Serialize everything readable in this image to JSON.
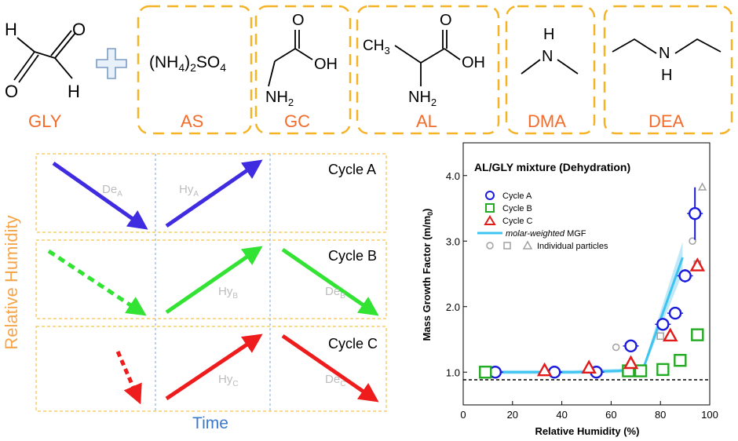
{
  "reactants": {
    "gly": {
      "label": "GLY",
      "atoms": [
        "H",
        "O",
        "O",
        "H"
      ]
    },
    "plus_icon": "plus-icon",
    "boxes": [
      {
        "id": "as",
        "label": "AS",
        "formula": "(NH4)2SO4"
      },
      {
        "id": "gc",
        "label": "GC",
        "atoms": [
          "O",
          "OH",
          "NH2"
        ]
      },
      {
        "id": "al",
        "label": "AL",
        "atoms": [
          "CH3",
          "O",
          "OH",
          "NH2"
        ]
      },
      {
        "id": "dma",
        "label": "DMA",
        "atoms": [
          "H",
          "N"
        ]
      },
      {
        "id": "dea",
        "label": "DEA",
        "atoms": [
          "N",
          "H"
        ]
      }
    ],
    "colors": {
      "box_border": "#F5B427",
      "label": "#F26C2B"
    }
  },
  "rh_scheme": {
    "ylabel": "Relative Humidity",
    "xlabel": "Time",
    "rows": [
      {
        "cycle": "Cycle A",
        "color": "#3F2BE0",
        "labels": [
          {
            "base": "De",
            "sub": "A"
          },
          {
            "base": "Hy",
            "sub": "A"
          }
        ]
      },
      {
        "cycle": "Cycle B",
        "color": "#33E333",
        "labels": [
          {
            "base": "Hy",
            "sub": "B"
          },
          {
            "base": "De",
            "sub": "B"
          }
        ]
      },
      {
        "cycle": "Cycle C",
        "color": "#EE1C1C",
        "labels": [
          {
            "base": "Hy",
            "sub": "C"
          },
          {
            "base": "De",
            "sub": "C"
          }
        ]
      }
    ]
  },
  "chart_data": {
    "type": "scatter",
    "title": "AL/GLY mixture (Dehydration)",
    "xlabel": "Relative Humidity (%)",
    "ylabel": "Mass Growth Factor (m/m0)",
    "xlim": [
      0,
      100
    ],
    "ylim": [
      0.5,
      4.5
    ],
    "xticks": [
      0,
      20,
      40,
      60,
      80,
      100
    ],
    "yticks": [
      1.0,
      2.0,
      3.0,
      4.0
    ],
    "reference_line": 1.0,
    "series": [
      {
        "name": "Cycle A",
        "marker": "circle",
        "color": "#1A1ADB",
        "x": [
          13,
          37,
          54,
          68,
          81,
          86,
          90,
          94
        ],
        "y": [
          1.0,
          1.0,
          1.0,
          1.4,
          1.73,
          1.9,
          2.47,
          3.42
        ],
        "err": [
          0,
          0,
          0,
          0.05,
          0.05,
          0.05,
          0.1,
          0.4
        ]
      },
      {
        "name": "Cycle B",
        "marker": "square",
        "color": "#22AA22",
        "x": [
          9,
          67,
          72,
          81,
          88,
          95
        ],
        "y": [
          1.0,
          1.02,
          1.02,
          1.04,
          1.18,
          1.57
        ]
      },
      {
        "name": "Cycle C",
        "marker": "triangle",
        "color": "#E21A1A",
        "x": [
          33,
          51,
          68,
          84,
          95
        ],
        "y": [
          1.02,
          1.06,
          1.13,
          1.55,
          2.62
        ]
      },
      {
        "name": "Individual particles",
        "marker": "gray",
        "color": "#A0A0A0",
        "x": [
          62,
          80,
          91,
          93,
          95,
          97
        ],
        "y": [
          1.38,
          1.55,
          2.48,
          3.0,
          2.65,
          3.82
        ]
      }
    ],
    "line": {
      "name": "molar-weighted MGF",
      "color": "#3DC4F0",
      "x": [
        10,
        45,
        63,
        73,
        80,
        89
      ],
      "y": [
        1.0,
        1.0,
        1.02,
        1.05,
        1.8,
        2.75
      ]
    },
    "legend_labels": {
      "a": "Cycle A",
      "b": "Cycle B",
      "c": "Cycle C",
      "mgf_italic": "molar-weighted",
      "mgf_rest": " MGF",
      "ind": "Individual particles"
    }
  }
}
